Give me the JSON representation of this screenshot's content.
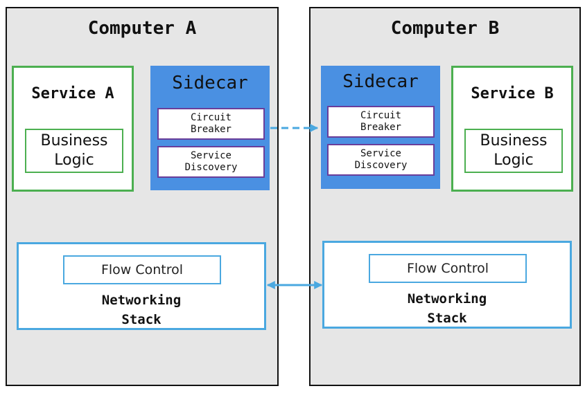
{
  "computers": [
    {
      "title": "Computer A",
      "service": {
        "title": "Service A",
        "logic": [
          "Business",
          "Logic"
        ]
      },
      "sidecar": {
        "title": "Sidecar",
        "modules": [
          [
            "Circuit",
            "Breaker"
          ],
          [
            "Service",
            "Discovery"
          ]
        ]
      },
      "stack": {
        "flow_control": "Flow Control",
        "label": [
          "Networking",
          "Stack"
        ]
      }
    },
    {
      "title": "Computer B",
      "service": {
        "title": "Service B",
        "logic": [
          "Business",
          "Logic"
        ]
      },
      "sidecar": {
        "title": "Sidecar",
        "modules": [
          [
            "Circuit",
            "Breaker"
          ],
          [
            "Service",
            "Discovery"
          ]
        ]
      },
      "stack": {
        "flow_control": "Flow Control",
        "label": [
          "Networking",
          "Stack"
        ]
      }
    }
  ],
  "colors": {
    "computer_bg": "#e6e6e6",
    "service_border": "#4caf50",
    "sidecar_fill": "#4a90e2",
    "module_border": "#6a3d9a",
    "stack_border": "#4aa8e0",
    "arrow": "#4aa8e0"
  }
}
